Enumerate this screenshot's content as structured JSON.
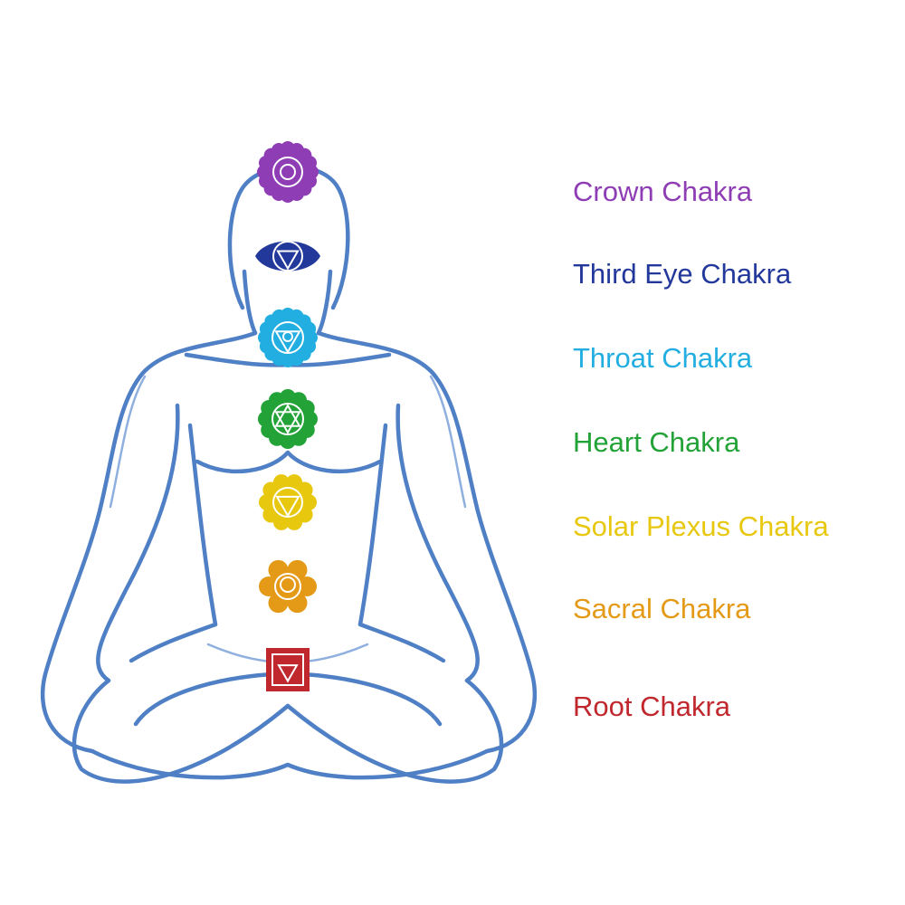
{
  "palette": {
    "outline": "#4f7fc4",
    "outline_light": "#8fb0de"
  },
  "chakras": [
    {
      "id": "crown",
      "label": "Crown Chakra",
      "color": "#8e3db5",
      "icon": "thousand-petal-lotus-icon"
    },
    {
      "id": "third-eye",
      "label": "Third Eye Chakra",
      "color": "#22389a",
      "icon": "two-petal-lotus-icon"
    },
    {
      "id": "throat",
      "label": "Throat Chakra",
      "color": "#22aee0",
      "icon": "sixteen-petal-lotus-icon"
    },
    {
      "id": "heart",
      "label": "Heart Chakra",
      "color": "#22a237",
      "icon": "twelve-petal-hexagram-icon"
    },
    {
      "id": "solar-plexus",
      "label": "Solar Plexus Chakra",
      "color": "#e8c80f",
      "icon": "ten-petal-triangle-icon"
    },
    {
      "id": "sacral",
      "label": "Sacral Chakra",
      "color": "#e49a16",
      "icon": "six-petal-crescent-icon"
    },
    {
      "id": "root",
      "label": "Root Chakra",
      "color": "#c0282e",
      "icon": "square-triangle-icon"
    }
  ]
}
